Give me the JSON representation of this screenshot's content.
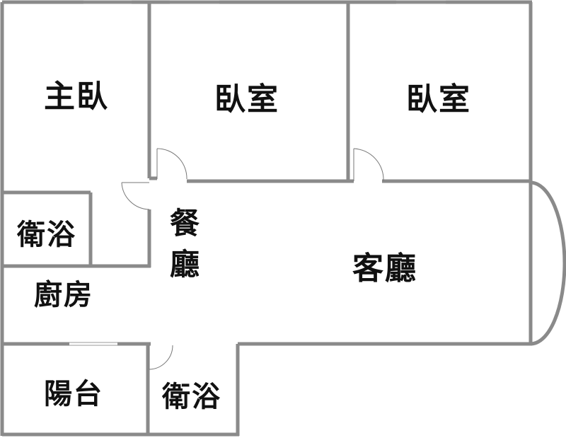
{
  "rooms": {
    "master_bedroom": "主臥",
    "bedroom_middle": "臥室",
    "bedroom_right": "臥室",
    "bathroom_upper": "衛浴",
    "kitchen": "廚房",
    "dining_line1": "餐",
    "dining_line2": "廳",
    "living_room": "客廳",
    "balcony": "陽台",
    "bathroom_lower": "衛浴"
  },
  "colors": {
    "wall": "#8a8a8a",
    "label": "#111111",
    "background": "#ffffff"
  }
}
